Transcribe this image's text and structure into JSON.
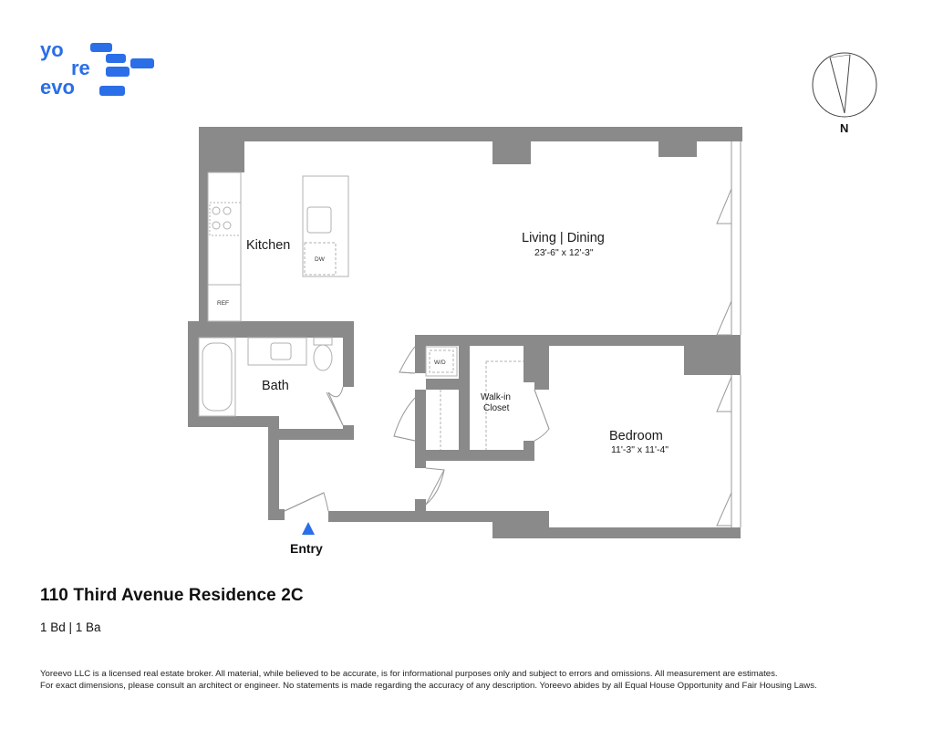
{
  "logo": {
    "line1": "yo",
    "line2": "re",
    "line3": "evo",
    "color": "#2a6ee8"
  },
  "compass": {
    "label": "N"
  },
  "rooms": {
    "kitchen": {
      "name": "Kitchen"
    },
    "living": {
      "name": "Living | Dining",
      "dims": "23'-6\" x 12'-3\""
    },
    "bath": {
      "name": "Bath"
    },
    "bedroom": {
      "name": "Bedroom",
      "dims": "11'-3\" x 11'-4\""
    },
    "closet": {
      "name_line1": "Walk-in",
      "name_line2": "Closet"
    }
  },
  "fixtures": {
    "dishwasher": "DW",
    "refrigerator": "REF",
    "washer_dryer": "W/D"
  },
  "entry": {
    "label": "Entry",
    "color": "#2a6ee8"
  },
  "colors": {
    "wall": "#8a8a8a",
    "line": "#9a9a9a"
  },
  "title": "110 Third Avenue Residence 2C",
  "subtitle": "1 Bd | 1 Ba",
  "disclaimer": {
    "line1": "Yoreevo LLC is a licensed real estate broker. All material, while believed to be accurate, is for informational purposes only and subject to errors and omissions. All measurement are estimates.",
    "line2": "For exact dimensions, please consult an architect or engineer. No statements is made regarding the accuracy of any description. Yoreevo abides by all Equal House Opportunity and Fair Housing Laws."
  }
}
